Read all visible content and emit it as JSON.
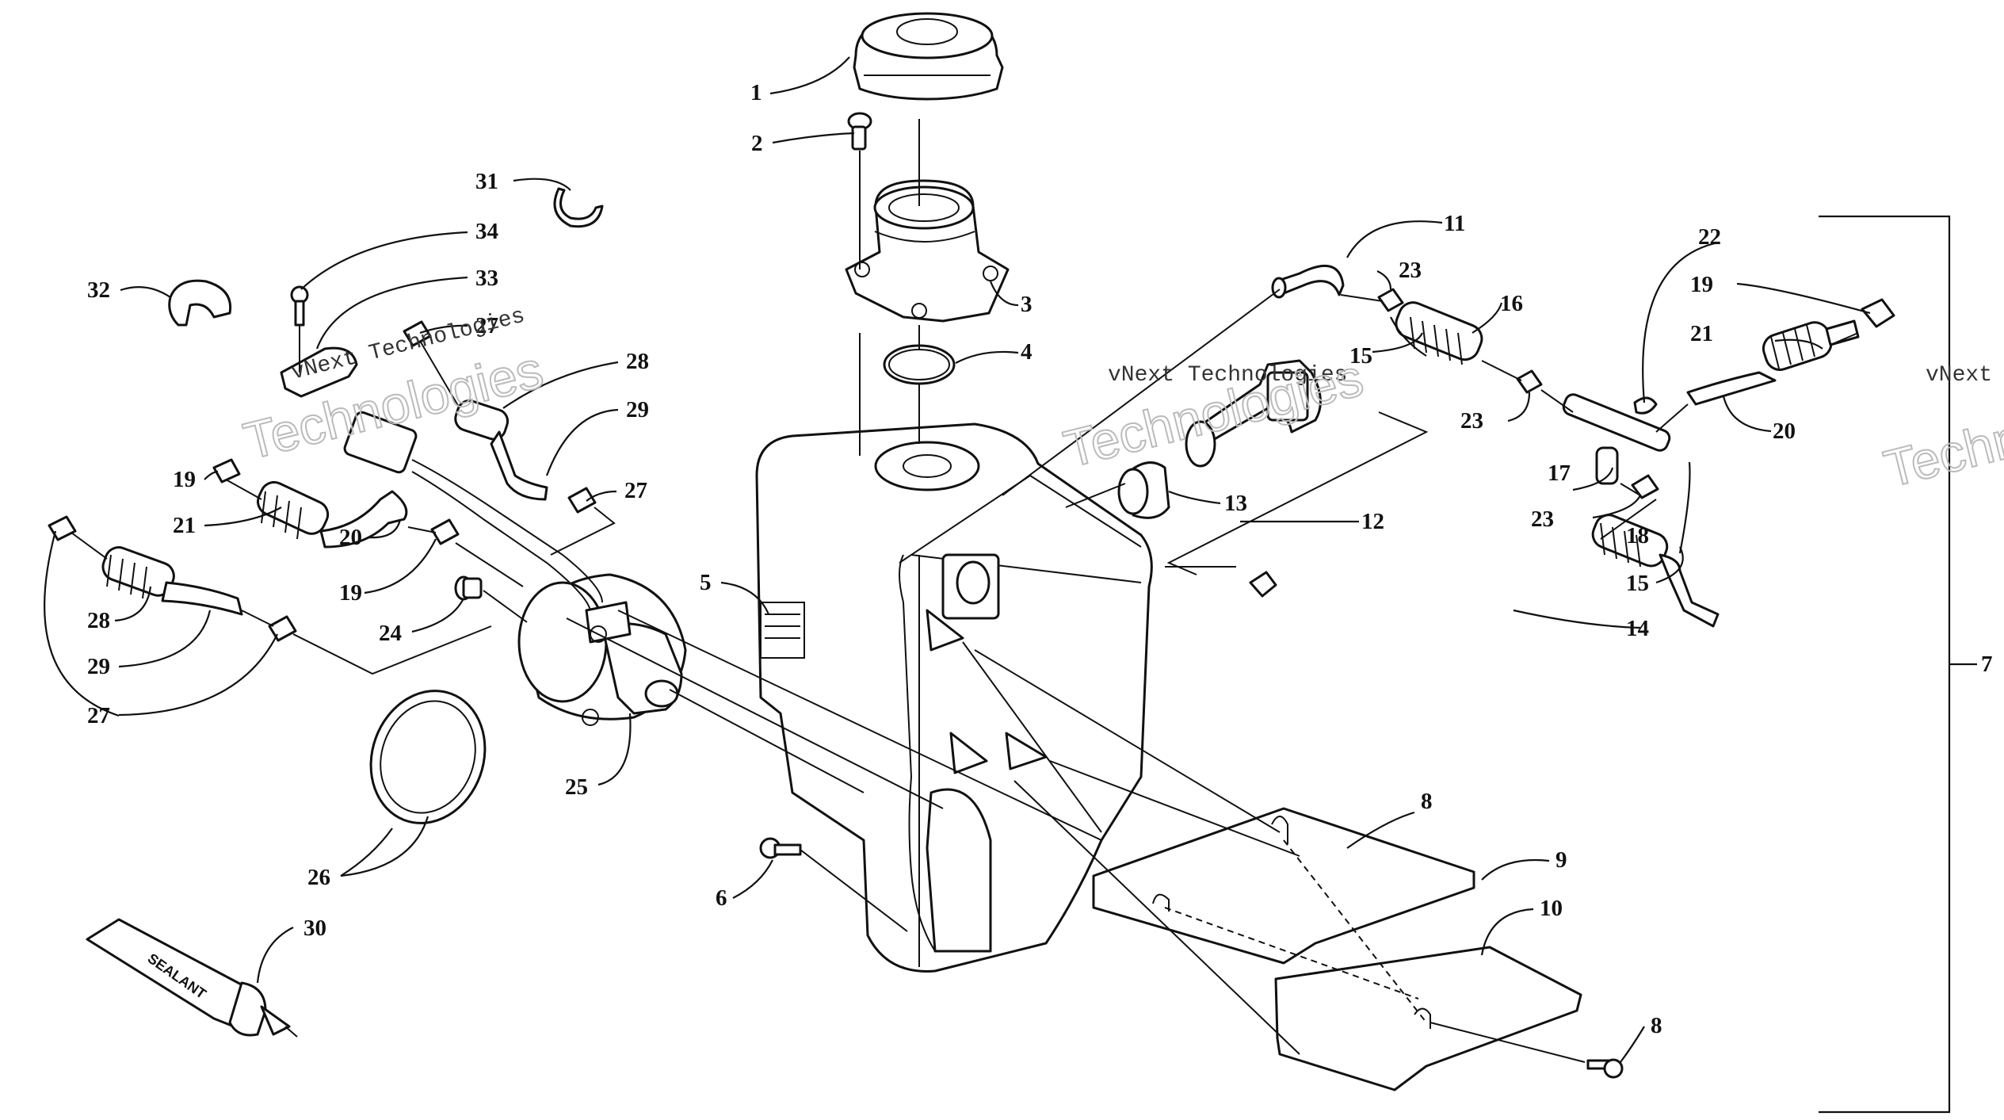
{
  "watermarks": [
    {
      "small": "vNext Technologies",
      "big": "Technologies"
    },
    {
      "small": "vNext Technologies",
      "big": "Technologies"
    },
    {
      "small": "vNext",
      "big": "Techn"
    }
  ],
  "tube_label": "SEALANT",
  "callouts": [
    "1",
    "2",
    "3",
    "4",
    "5",
    "6",
    "7",
    "8",
    "8",
    "9",
    "10",
    "11",
    "12",
    "13",
    "14",
    "15",
    "15",
    "16",
    "17",
    "18",
    "19",
    "19",
    "19",
    "20",
    "20",
    "21",
    "21",
    "22",
    "23",
    "23",
    "23",
    "23",
    "24",
    "25",
    "26",
    "27",
    "27",
    "27",
    "27",
    "28",
    "28",
    "29",
    "29",
    "30",
    "31",
    "32",
    "33",
    "34"
  ]
}
